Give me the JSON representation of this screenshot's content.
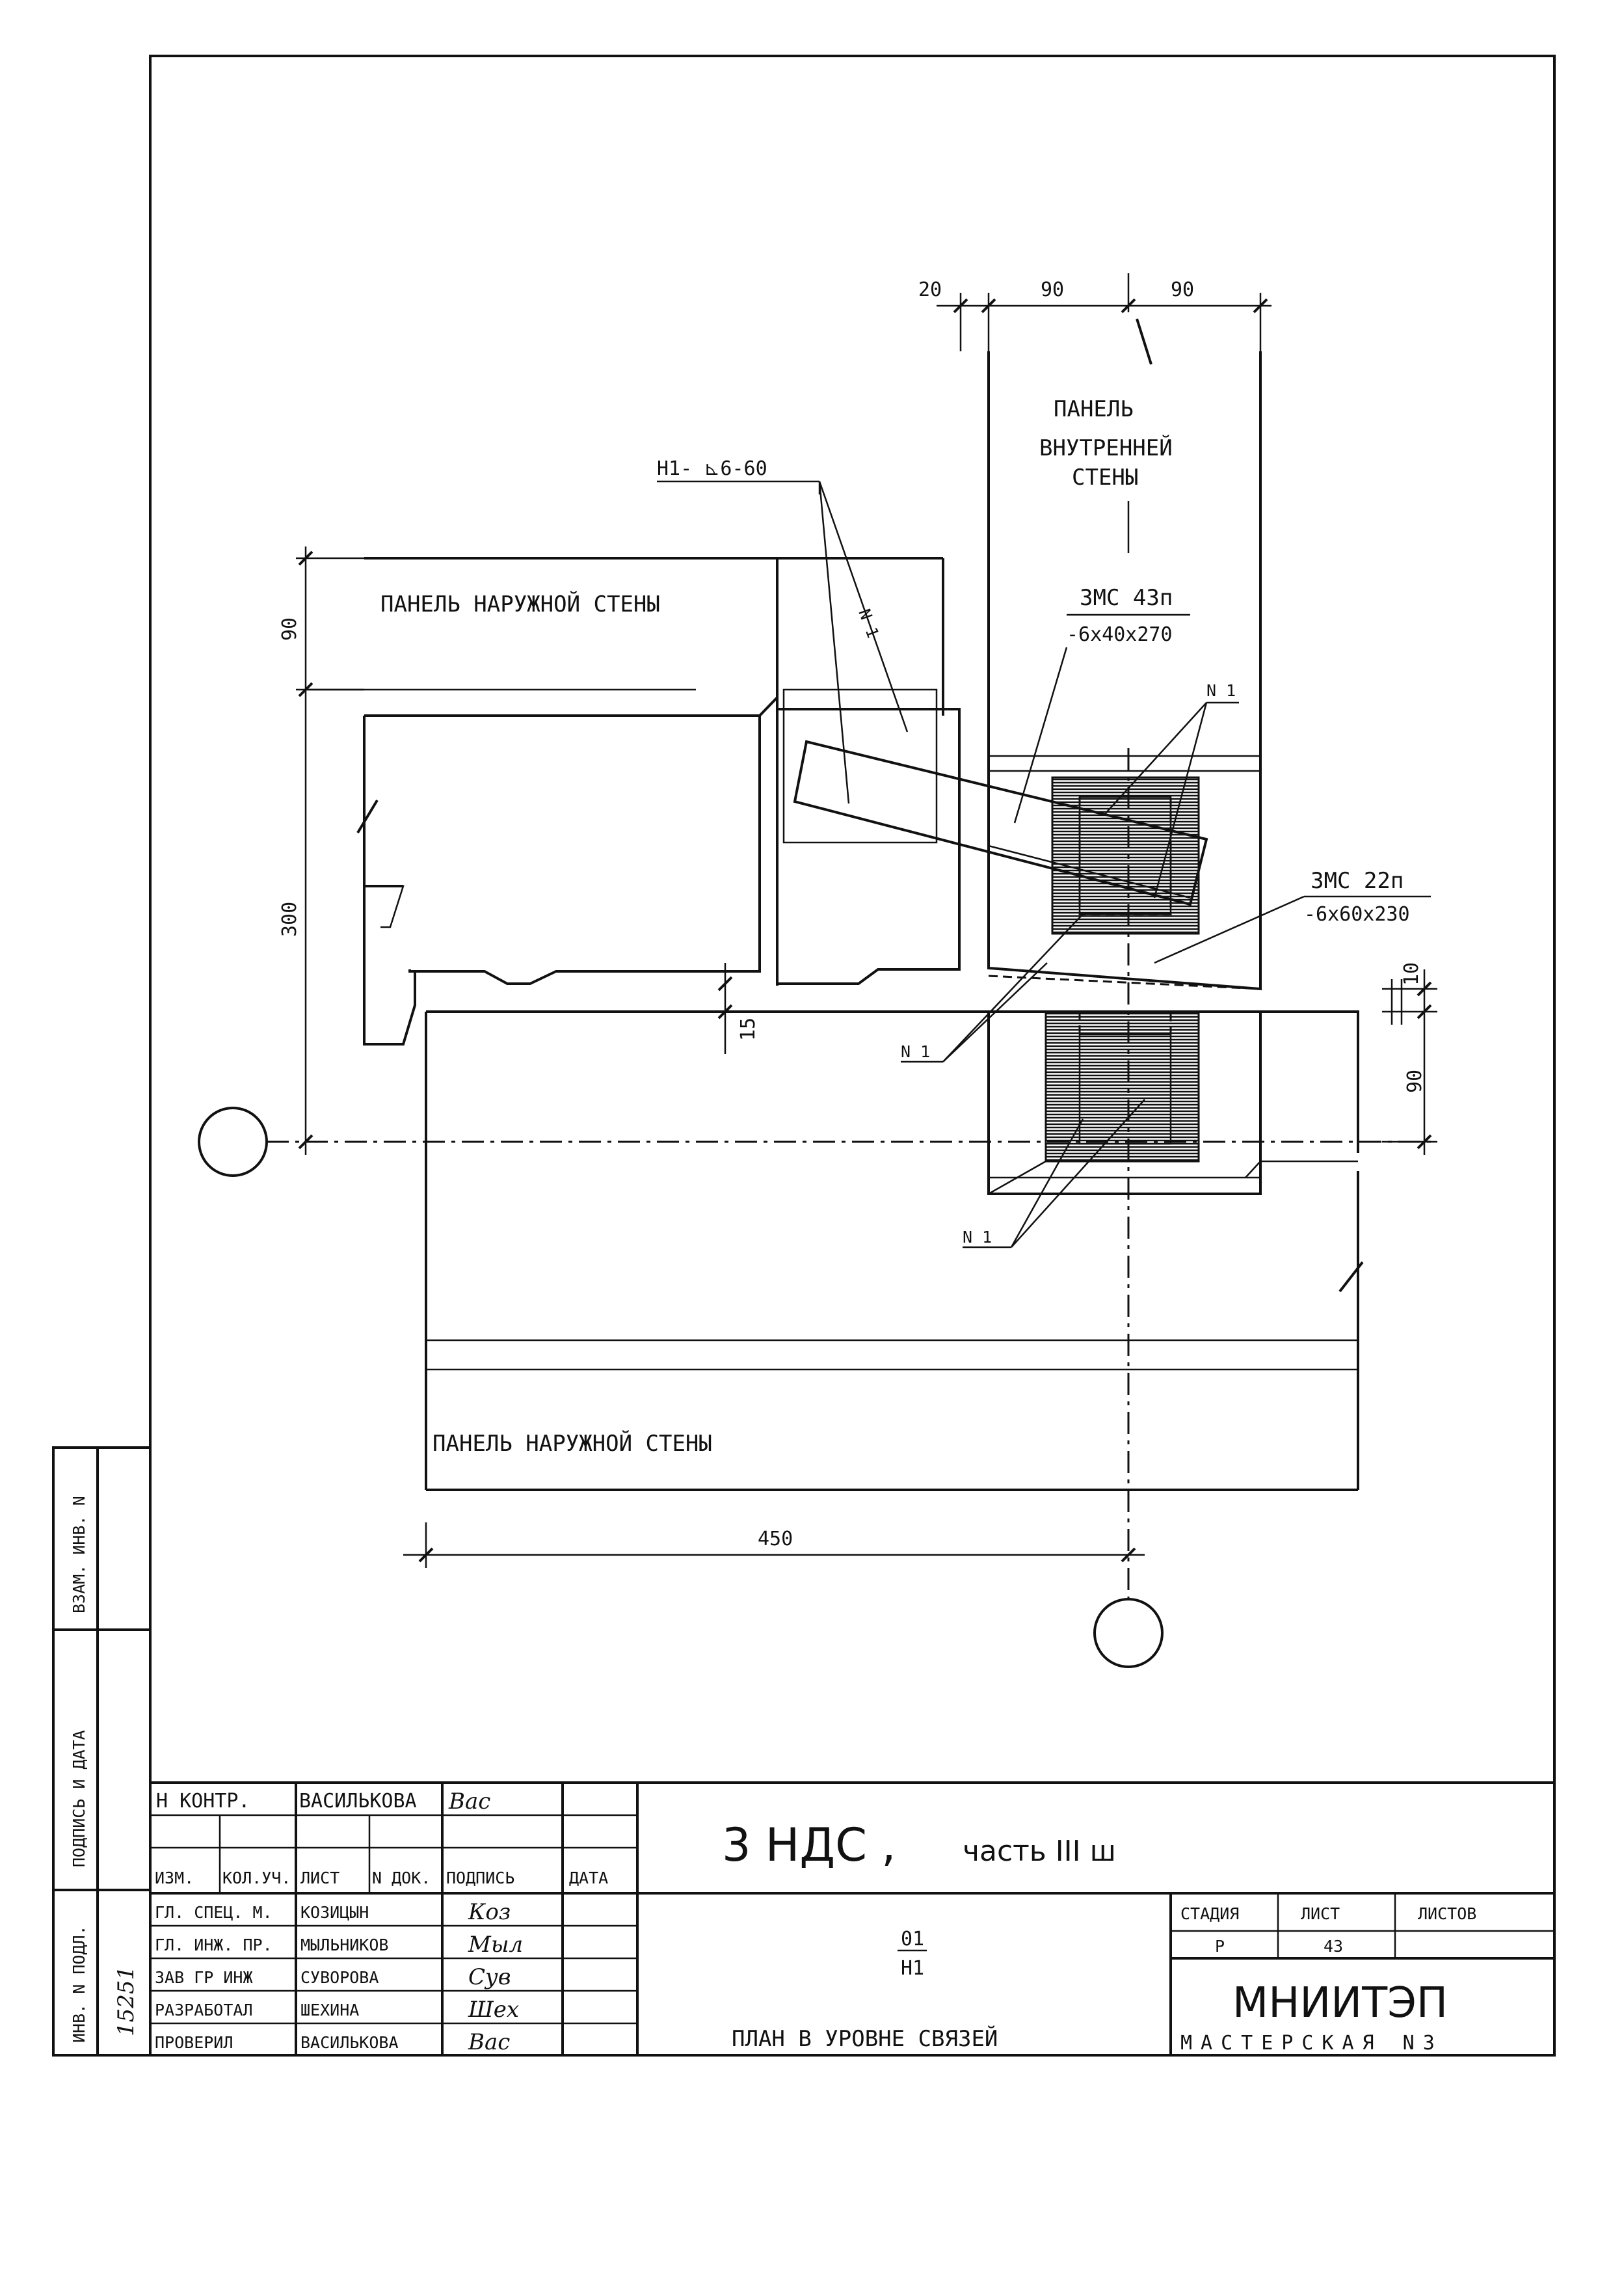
{
  "drawing": {
    "dims": {
      "d20": "20",
      "d90a": "90",
      "d90b": "90",
      "d90_left": "90",
      "d300": "300",
      "d15": "15",
      "d10": "10",
      "d90_right": "90",
      "d450": "450"
    },
    "labels": {
      "inner_panel_1": "ПАНЕЛЬ",
      "inner_panel_2": "ВНУТРЕННЕЙ",
      "inner_panel_3": "СТЕНЫ",
      "outer_panel_top": "ПАНЕЛЬ НАРУЖНОЙ СТЕНЫ",
      "outer_panel_bottom": "ПАНЕЛЬ НАРУЖНОЙ СТЕНЫ",
      "weld_note": "Н1- ⊾6-60",
      "zmc43_1": "ЗМС 43п",
      "zmc43_2": "-6х40х270",
      "zmc22_1": "ЗМС 22п",
      "zmc22_2": "-6х60х230",
      "n1_vertical": "N 1",
      "n1_a": "N 1",
      "n1_b": "N 1",
      "n1_c": "N 1"
    }
  },
  "side_stamp": {
    "vzam": "ВЗАМ. ИНВ. N",
    "podpis": "ПОДПИСЬ И ДАТА",
    "inv": "ИНВ. N ПОДЛ.",
    "inv_sign": "15251"
  },
  "title_block": {
    "control_role": "Н КОНТР.",
    "control_name": "ВАСИЛЬКОВА",
    "control_sign": "Вас",
    "headers": [
      "ИЗМ.",
      "КОЛ.УЧ.",
      "ЛИСТ",
      "N ДОК.",
      "ПОДПИСЬ",
      "ДАТА"
    ],
    "staff": [
      {
        "role": "ГЛ. СПЕЦ. М.",
        "name": "КОЗИЦЫН",
        "sign": "Коз"
      },
      {
        "role": "ГЛ. ИНЖ. ПР.",
        "name": "МЫЛЬНИКОВ",
        "sign": "Мыл"
      },
      {
        "role": "ЗАВ ГР ИНЖ",
        "name": "СУВОРОВА",
        "sign": "Сув"
      },
      {
        "role": "РАЗРАБОТАЛ",
        "name": "ШЕХИНА",
        "sign": "Шех"
      },
      {
        "role": "ПРОВЕРИЛ",
        "name": "ВАСИЛЬКОВА",
        "sign": "Вас"
      }
    ],
    "project_main": "3 НДС ,",
    "project_part": "часть III ш",
    "code_top": "01",
    "code_bottom": "Н1",
    "sheet_title": "ПЛАН В УРОВНЕ СВЯЗЕЙ",
    "stage_label": "СТАДИЯ",
    "sheet_label": "ЛИСТ",
    "sheets_label": "ЛИСТОВ",
    "stage_value": "Р",
    "sheet_value": "43",
    "sheets_value": "",
    "org": "МНИИТЭП",
    "workshop": "МАСТЕРСКАЯ N3"
  }
}
